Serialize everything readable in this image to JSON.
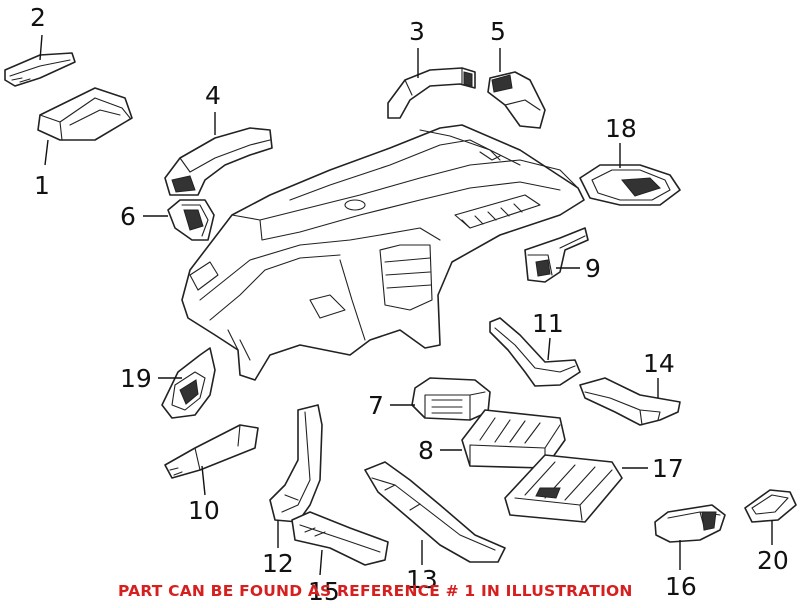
{
  "diagram": {
    "labels": [
      {
        "id": "c1",
        "text": "1"
      },
      {
        "id": "c2",
        "text": "2"
      },
      {
        "id": "c3",
        "text": "3"
      },
      {
        "id": "c4",
        "text": "4"
      },
      {
        "id": "c5",
        "text": "5"
      },
      {
        "id": "c6",
        "text": "6"
      },
      {
        "id": "c7",
        "text": "7"
      },
      {
        "id": "c8",
        "text": "8"
      },
      {
        "id": "c9",
        "text": "9"
      },
      {
        "id": "c10",
        "text": "10"
      },
      {
        "id": "c11",
        "text": "11"
      },
      {
        "id": "c12",
        "text": "12"
      },
      {
        "id": "c13",
        "text": "13"
      },
      {
        "id": "c14",
        "text": "14"
      },
      {
        "id": "c15",
        "text": "15"
      },
      {
        "id": "c16",
        "text": "16"
      },
      {
        "id": "c17",
        "text": "17"
      },
      {
        "id": "c18",
        "text": "18"
      },
      {
        "id": "c19",
        "text": "19"
      },
      {
        "id": "c20",
        "text": "20"
      }
    ],
    "footer_note": "PART CAN BE FOUND AS REFERENCE # 1 IN ILLUSTRATION",
    "footer_color": "#d61f1f"
  }
}
